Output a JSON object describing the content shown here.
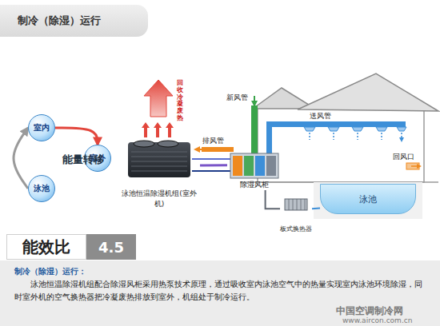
{
  "diagram": {
    "title": "制冷（除湿）运行",
    "nodes": [
      {
        "text": [
          "制冷（除湿）运行"
        ]
      },
      {
        "text": [
          "室内"
        ]
      },
      {
        "text": [
          "室外"
        ]
      },
      {
        "text": [
          "泳池"
        ]
      },
      {
        "text": [
          "泳池恒温除湿机组(室外机)"
        ]
      },
      {
        "text": [
          "除湿风柜"
        ]
      },
      {
        "text": [
          "板式换热器"
        ]
      },
      {
        "text": [
          "泳池"
        ]
      },
      {
        "text": [
          "能效比"
        ]
      },
      {
        "text": [
          "4.5"
        ]
      },
      {
        "text": [
          "制冷（除湿）运行：",
          "泳池恒温除湿机组配合除湿风柜采用热泵技术原理，通过吸收室内泳池空气中的热量实现室内泳池环境除湿，同时室外机的空气换热器把冷凝废热排放到室外，机组处于制冷运行。"
        ]
      }
    ],
    "edges": [
      {
        "from": 1,
        "to": 2,
        "arrow": "to"
      },
      {
        "from": 3,
        "to": 1,
        "arrow": "to"
      },
      {
        "from": 4,
        "to": 5,
        "arrow": "none"
      },
      {
        "from": 5,
        "to": 6,
        "arrow": "none"
      },
      {
        "from": 6,
        "to": 7,
        "arrow": "none"
      }
    ],
    "labels": [
      "能量转移",
      "回收冷凝废热",
      "新风管",
      "排风管",
      "送风管",
      "回风口",
      "中国空调制冷网",
      "www.aircon.com.cn"
    ]
  }
}
